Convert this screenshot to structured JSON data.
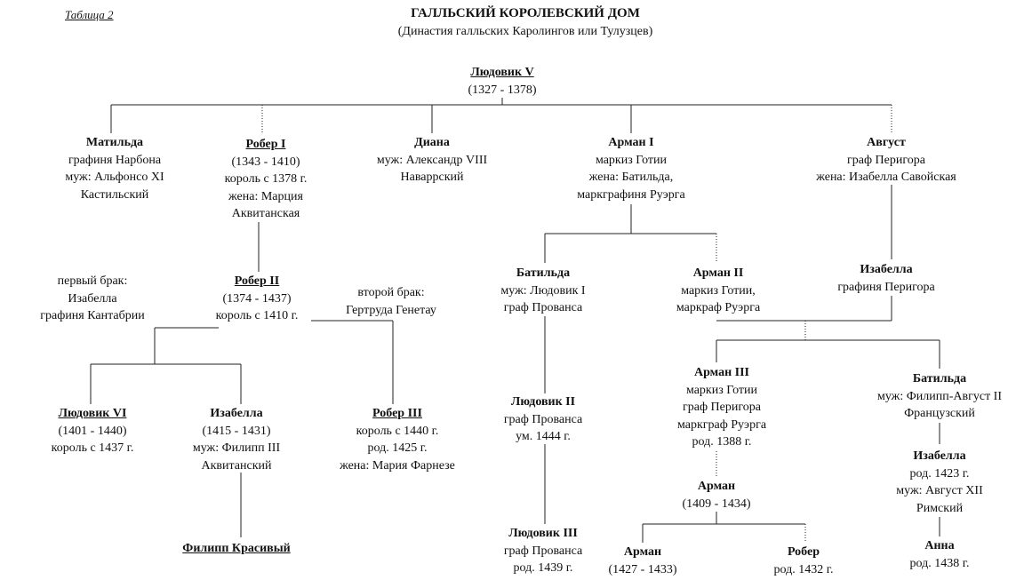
{
  "header": {
    "table_label": "Таблица 2",
    "title": "ГАЛЛЬСКИЙ КОРОЛЕВСКИЙ ДОМ",
    "subtitle": "(Династия галльских Каролингов или Тулузцев)"
  },
  "people": {
    "ludovik5": {
      "name": "Людовик V",
      "l1": "(1327 - 1378)"
    },
    "matilda": {
      "name": "Матильда",
      "l1": "графиня Нарбона",
      "l2": "муж: Альфонсо XI",
      "l3": "Кастильский"
    },
    "rober1": {
      "name": "Робер I",
      "l1": "(1343 - 1410)",
      "l2": "король с 1378 г.",
      "l3": "жена: Марция",
      "l4": "Аквитанская"
    },
    "diana": {
      "name": "Диана",
      "l1": "муж: Александр VIII",
      "l2": "Наваррский"
    },
    "arman1": {
      "name": "Арман I",
      "l1": "маркиз Готии",
      "l2": "жена: Батильда,",
      "l3": "маркграфиня Руэрга"
    },
    "avgust": {
      "name": "Август",
      "l1": "граф Перигора",
      "l2": "жена: Изабелла Савойская"
    },
    "first_marriage": {
      "l1": "первый брак:",
      "l2": "Изабелла",
      "l3": "графиня Кантабрии"
    },
    "rober2": {
      "name": "Робер II",
      "l1": "(1374 - 1437)",
      "l2": "король с 1410 г."
    },
    "second_marriage": {
      "l1": "второй брак:",
      "l2": "Гертруда Генетау"
    },
    "batilda1": {
      "name": "Батильда",
      "l1": "муж: Людовик I",
      "l2": "граф Прованса"
    },
    "arman2": {
      "name": "Арман II",
      "l1": "маркиз Готии,",
      "l2": "маркраф Руэрга"
    },
    "izabella_perigor": {
      "name": "Изабелла",
      "l1": "графиня Перигора"
    },
    "ludovik6": {
      "name": "Людовик VI",
      "l1": "(1401 - 1440)",
      "l2": "король с 1437 г."
    },
    "izabella_b": {
      "name": "Изабелла",
      "l1": "(1415 - 1431)",
      "l2": "муж: Филипп III",
      "l3": "Аквитанский"
    },
    "rober3": {
      "name": "Робер III",
      "l1": "король с 1440 г.",
      "l2": "род. 1425 г.",
      "l3": "жена: Мария Фарнезе"
    },
    "ludovik2": {
      "name": "Людовик II",
      "l1": "граф Прованса",
      "l2": "ум. 1444 г."
    },
    "arman3": {
      "name": "Арман III",
      "l1": "маркиз Готии",
      "l2": "граф Перигора",
      "l3": "маркграф Руэрга",
      "l4": "род. 1388 г."
    },
    "batilda2": {
      "name": "Батильда",
      "l1": "муж: Филипп-Август II",
      "l2": "Французский"
    },
    "izabella_c": {
      "name": "Изабелла",
      "l1": "род. 1423 г.",
      "l2": "муж: Август XII",
      "l3": "Римский"
    },
    "arman_x": {
      "name": "Арман",
      "l1": "(1409 - 1434)"
    },
    "filipp": {
      "name": "Филипп Красивый"
    },
    "ludovik3": {
      "name": "Людовик III",
      "l1": "граф Прованса",
      "l2": "род. 1439 г."
    },
    "arman_y": {
      "name": "Арман",
      "l1": "(1427 - 1433)"
    },
    "rober_y": {
      "name": "Робер",
      "l1": "род. 1432 г."
    },
    "anna": {
      "name": "Анна",
      "l1": "род. 1438 г."
    }
  }
}
